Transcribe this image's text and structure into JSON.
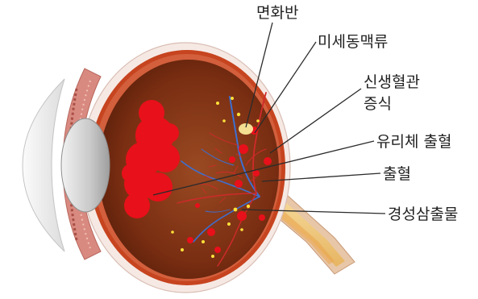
{
  "labels": {
    "cotton_wool_spot": "면화반",
    "microaneurysm": "미세동맥류",
    "neovascularization_line1": "신생혈관",
    "neovascularization_line2": "증식",
    "vitreous_hemorrhage": "유리체 출혈",
    "hemorrhage": "출혈",
    "hard_exudate": "경성삼출물"
  },
  "colors": {
    "sclera": "#f6e9e4",
    "retina": "#c6441f",
    "vitreous": "#7a2e12",
    "hemorrhage": "#e8101a",
    "exudate": "#ffe23a",
    "optic_nerve": "#f3cf86",
    "vessel_blue": "#3d6fd1"
  }
}
